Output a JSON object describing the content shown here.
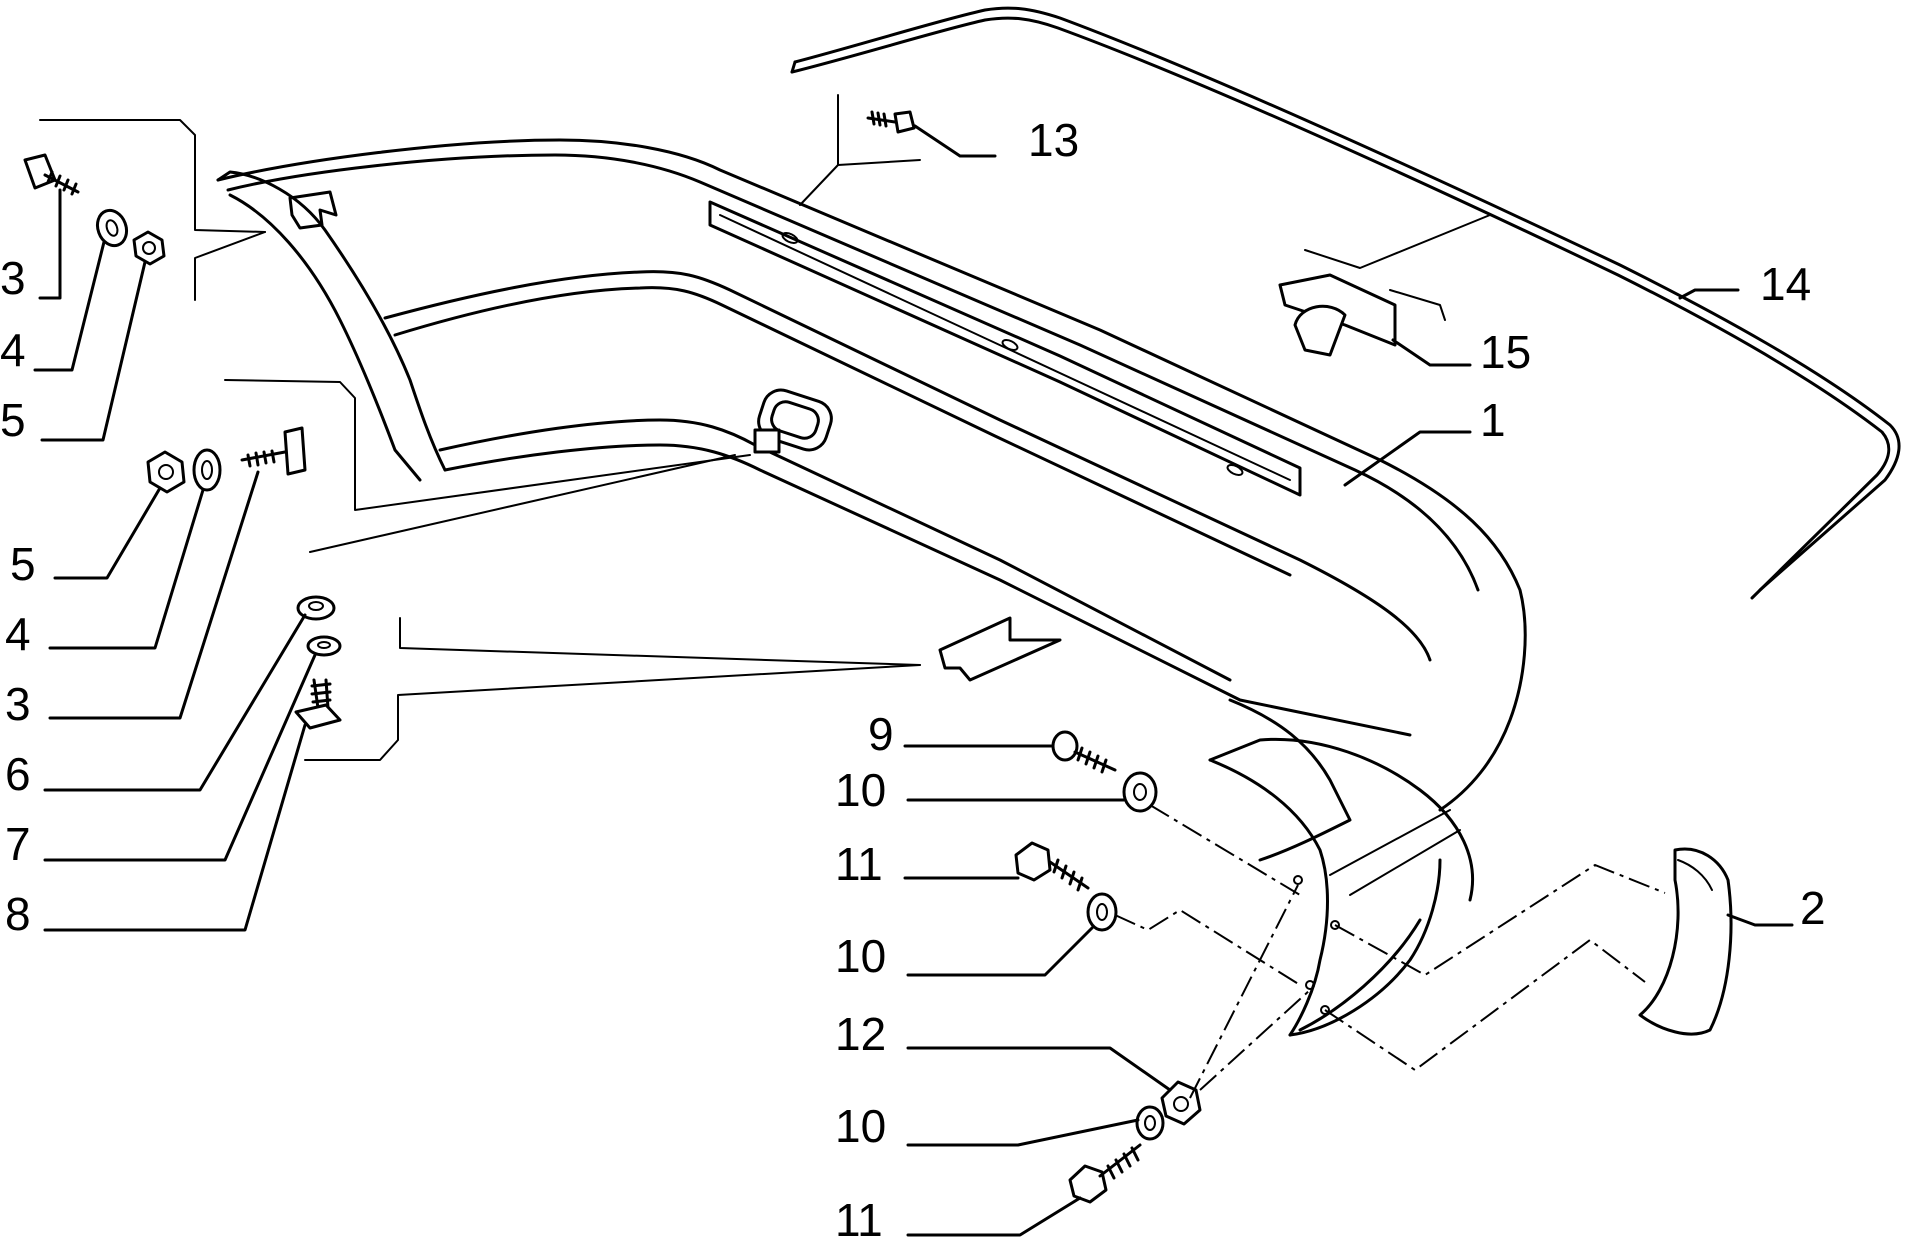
{
  "labels": {
    "l1": "1",
    "l2": "2",
    "l3a": "3",
    "l4a": "4",
    "l5a": "5",
    "l5b": "5",
    "l4b": "4",
    "l3b": "3",
    "l6": "6",
    "l7": "7",
    "l8": "8",
    "l9": "9",
    "l10a": "10",
    "l11a": "11",
    "l10b": "10",
    "l12": "12",
    "l10c": "10",
    "l11b": "11",
    "l13": "13",
    "l14": "14",
    "l15": "15"
  }
}
